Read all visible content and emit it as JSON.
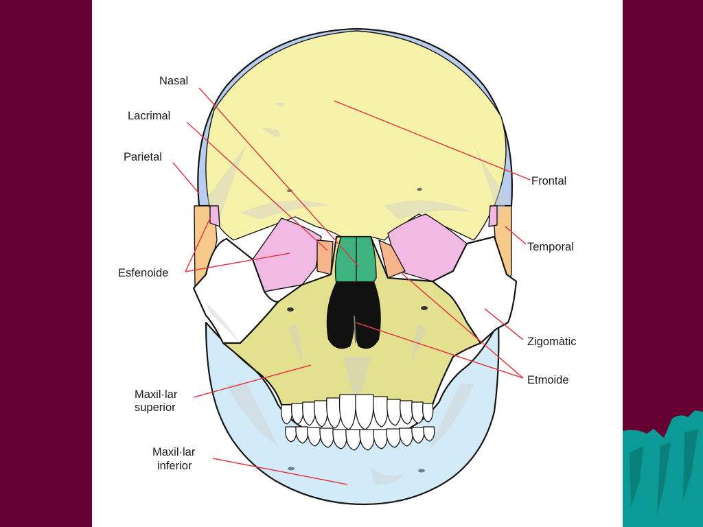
{
  "slide": {
    "colors": {
      "background": "#640032",
      "panel": "#ffffff",
      "leader_line": "#e03a45",
      "decor_teal": "#0c9a96"
    }
  },
  "diagram": {
    "labels": {
      "nasal": "Nasal",
      "lacrimal": "Lacrimal",
      "parietal": "Parietal",
      "esfenoide": "Esfenoide",
      "maxillar_superior_1": "Maxil·lar",
      "maxillar_superior_2": "superior",
      "maxillar_inferior_1": "Maxil·lar",
      "maxillar_inferior_2": "inferior",
      "frontal": "Frontal",
      "temporal": "Temporal",
      "zigomatic": "Zigomàtic",
      "etmoide": "Etmoide"
    },
    "bone_colors": {
      "frontal": "#f7f2a9",
      "parietal": "#b9cdee",
      "temporal": "#f7c98b",
      "esfenoide": "#f2b9e4",
      "nasal": "#3fb37f",
      "zigomatic": "#ffffff",
      "maxillar_superior": "#e3e18f",
      "maxillar_inferior": "#d3ebf8",
      "etmoide": "#f6b48a",
      "cavity": "#111111"
    }
  }
}
